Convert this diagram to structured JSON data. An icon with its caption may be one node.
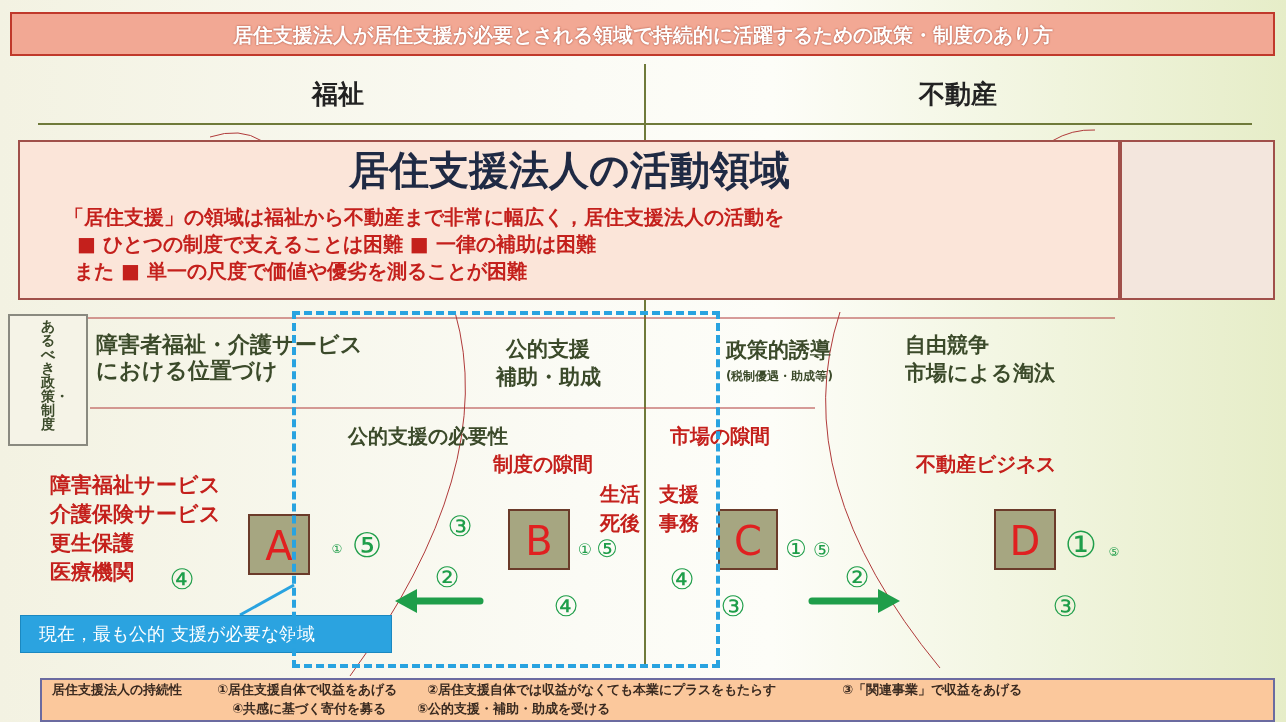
{
  "diagram": {
    "title": "居住支援法人が居住支援が必要とされる領域で持続的に活躍するための政策・制度のあり方",
    "nodes": [
      {
        "text": [
          "居住支援法人の活動領域",
          "「居住支援」の領域は福祉から不動産まで非常に幅広く，居住支援法人の活動を",
          "■ ひとつの制度で支えることは困難 ■ 一律の補助は困難",
          "また ■ 単一の尺度で価値や優劣を測ることが困難"
        ]
      },
      {
        "text": [],
        "shape": "box"
      },
      {
        "text": [
          "あるべき政策・制度"
        ]
      },
      {
        "text": [],
        "shape": "box"
      },
      {
        "text": [
          "A"
        ]
      },
      {
        "text": [
          "B"
        ],
        "in": 3
      },
      {
        "text": [
          "C"
        ]
      },
      {
        "text": [
          "D"
        ]
      },
      {
        "text": [
          "現在，最も公的 支援が必要な領域"
        ]
      },
      {
        "text": [
          "居住支援法人の持続性",
          "①居住支援自体で収益をあげる",
          "②居住支援自体では収益がなくても本業にプラスをもたらす",
          "③「関連事業」で収益をあげる",
          "④共感に基づく寄付を募る",
          "⑤公的支援・補助・助成を受ける"
        ]
      }
    ],
    "edges": [
      {
        "from": 8,
        "to": 3,
        "arrow": "none"
      }
    ],
    "labels": [
      "福祉",
      "不動産",
      "障害者福祉・介護サービスにおける位置づけ",
      "公的支援",
      "政策的誘導",
      "自由競争",
      "補助・助成",
      "(税制優遇・助成等)",
      "市場による淘汰",
      "公的支援の必要性",
      "市場の隙間",
      "制度の隙間",
      "不動産ビジネス",
      "障害福祉サービス",
      "生活 支援",
      "介護保険サービス",
      "死後 事務",
      "更生保護",
      "③",
      "①",
      "⑤",
      "①",
      "⑤",
      "①",
      "⑤",
      "①",
      "⑤",
      "医療機関",
      "④",
      "②",
      "④",
      "②",
      "④",
      "③",
      "③"
    ]
  }
}
